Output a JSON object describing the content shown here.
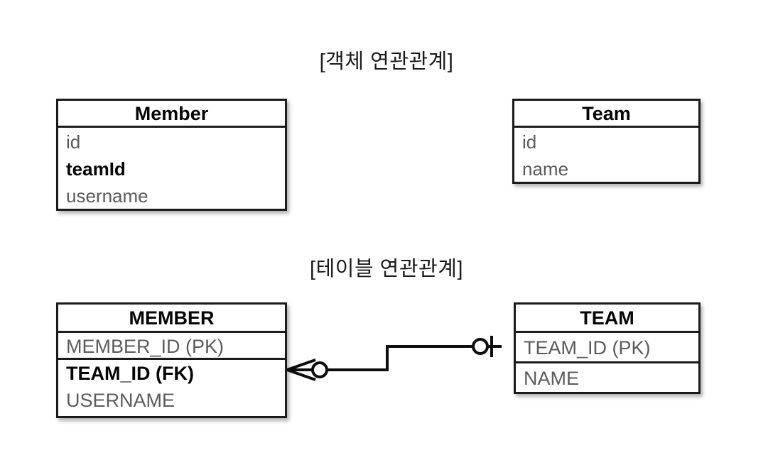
{
  "page": {
    "background": "#ffffff",
    "ink": "#1b1b1b",
    "field_text_color": "#5b5b5b"
  },
  "sections": {
    "object_model": {
      "caption": "[객체 연관관계]",
      "entities": [
        {
          "name": "Member",
          "fields": [
            {
              "label": "id",
              "emphasis": "normal"
            },
            {
              "label": "teamId",
              "emphasis": "bold"
            },
            {
              "label": "username",
              "emphasis": "normal"
            }
          ]
        },
        {
          "name": "Team",
          "fields": [
            {
              "label": "id",
              "emphasis": "normal"
            },
            {
              "label": "name",
              "emphasis": "normal"
            }
          ]
        }
      ]
    },
    "table_model": {
      "caption": "[테이블 연관관계]",
      "entities": [
        {
          "name": "MEMBER",
          "fields": [
            {
              "label": "MEMBER_ID (PK)",
              "emphasis": "normal"
            },
            {
              "label": "TEAM_ID (FK)",
              "emphasis": "bold"
            },
            {
              "label": "USERNAME",
              "emphasis": "normal"
            }
          ]
        },
        {
          "name": "TEAM",
          "fields": [
            {
              "label": "TEAM_ID (PK)",
              "emphasis": "normal"
            },
            {
              "label": "NAME",
              "emphasis": "normal"
            }
          ]
        }
      ],
      "relationship": {
        "from": "MEMBER.TEAM_ID (FK)",
        "to": "TEAM.TEAM_ID (PK)",
        "from_cardinality": "zero-or-many",
        "to_cardinality": "zero-or-one",
        "notation": "crows-foot"
      }
    }
  }
}
